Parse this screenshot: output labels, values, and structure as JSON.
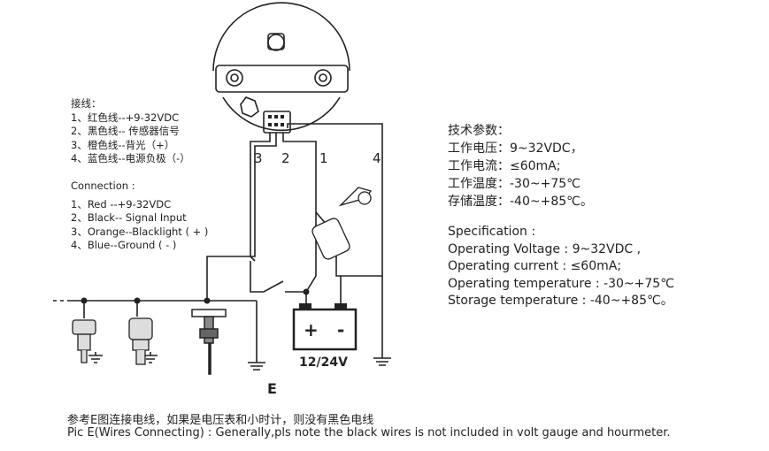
{
  "connection_cn": {
    "title": "接线：",
    "items": [
      "1、红色线--+9-32VDC",
      "2、黑色线-- 传感器信号",
      "3、橙色线--背光（+）",
      "4、蓝色线--电源负极（-）"
    ]
  },
  "connection_en": {
    "title": "Connection :",
    "items": [
      "1、Red --+9-32VDC",
      "2、Black-- Signal Input",
      "3、Orange--Blacklight ( + )",
      "4、Blue--Ground ( - )"
    ]
  },
  "spec_cn": {
    "title": "技术参数：",
    "items": [
      "工作电压：9~32VDC，",
      "工作电流：≤60mA;",
      "工作温度：-30~+75℃",
      "存储温度：-40~+85℃。"
    ]
  },
  "spec_en": {
    "title": "Specification :",
    "items": [
      "Operating Voltage : 9~32VDC ,",
      "Operating current : ≤60mA;",
      "Operating temperature : -30~+75℃",
      "Storage temperature : -40~+85℃。"
    ]
  },
  "wire_numbers": [
    "3",
    "2",
    "1",
    "4"
  ],
  "battery": {
    "plus": "+",
    "minus": "-",
    "label": "12/24V"
  },
  "ground_label": "E",
  "footer": {
    "cn": "参考E图连接电线，如果是电压表和小时计，则没有黑色电线",
    "en": "Pic E(Wires Connecting) : Generally,pls note the black wires is not included in volt gauge and hourmeter."
  }
}
